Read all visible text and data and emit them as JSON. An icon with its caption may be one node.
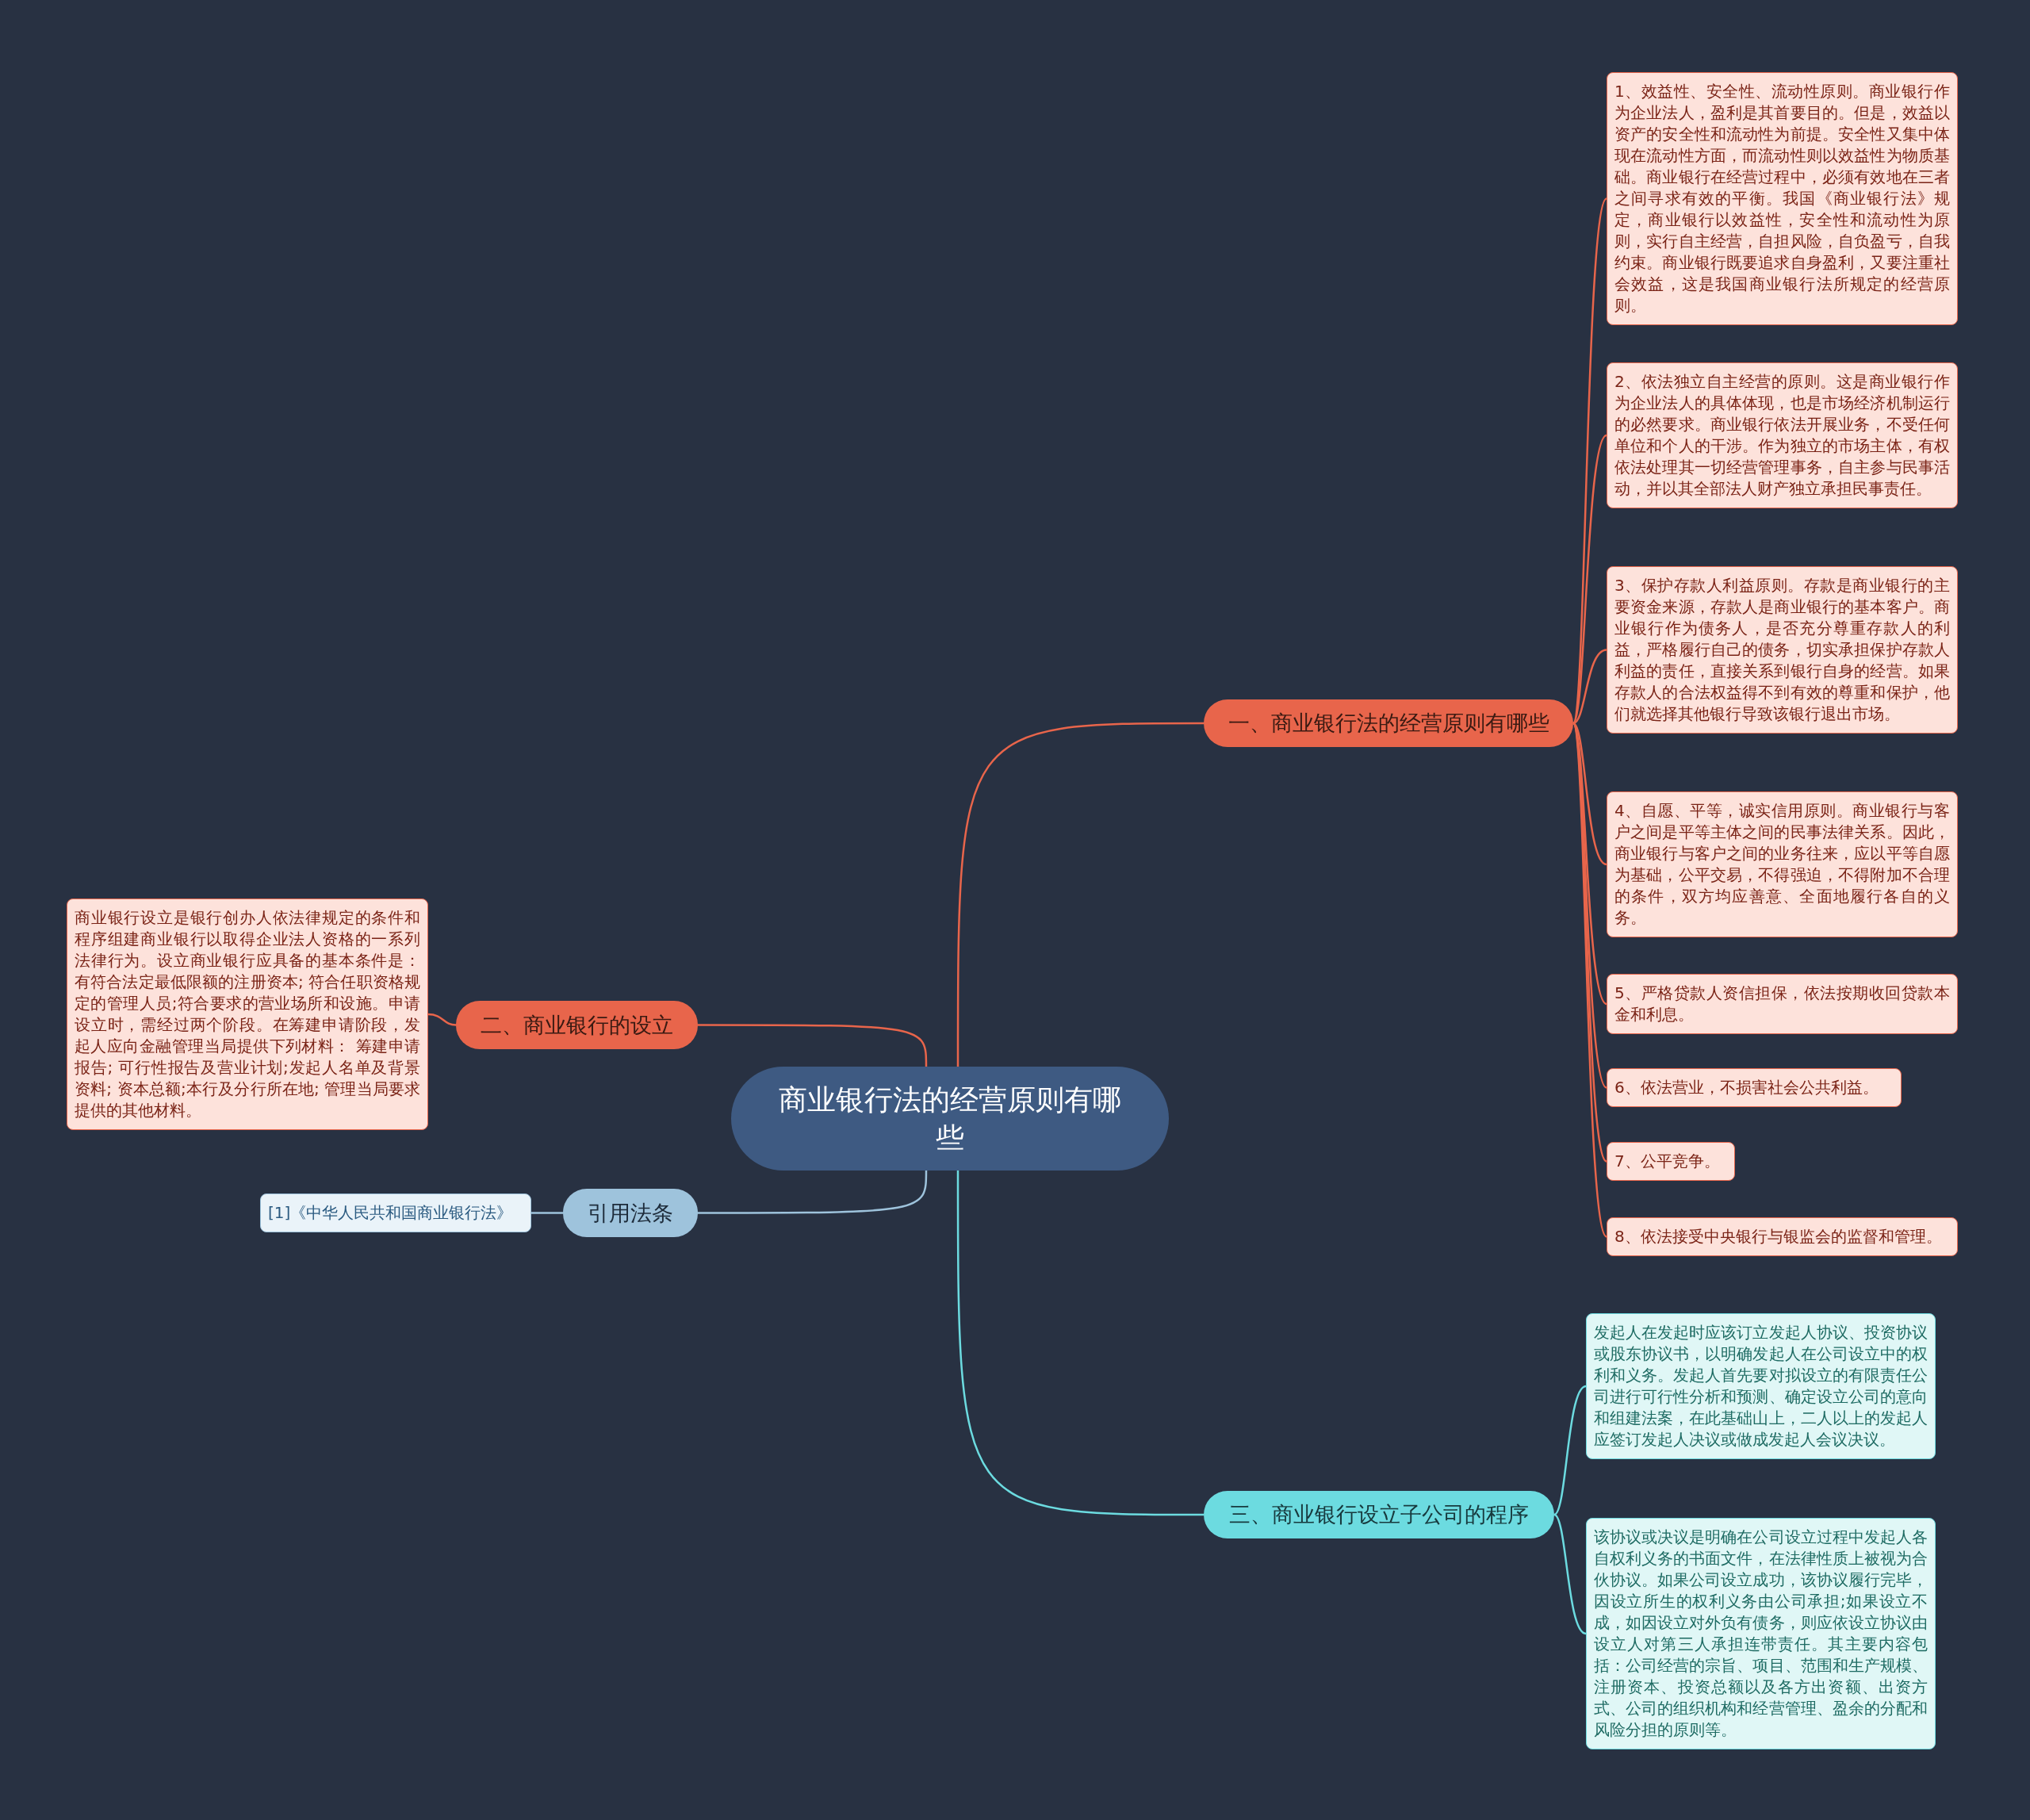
{
  "diagram": {
    "nodes": [
      {
        "text": [
          "商业银行法的经营原则有哪些"
        ]
      },
      {
        "text": [
          "一、商业银行法的经营原则有哪些"
        ]
      },
      {
        "text": [
          "1、效益性、安全性、流动性原则。商业银行作为企业法人，盈利是其首要目的。但是，效益以资产的安全性和流动性为前提。安全性又集中体现在流动性方面，而流动性则以效益性为物质基础。商业银行在经营过程中，必须有效地在三者之间寻求有效的平衡。我国《商业银行法》规定，商业银行以效益性，安全性和流动性为原则，实行自主经营，自担风险，自负盈亏，自我约束。商业银行既要追求自身盈利，又要注重社会效益，这是我国商业银行法所规定的经营原则。"
        ]
      },
      {
        "text": [
          "2、依法独立自主经营的原则。这是商业银行作为企业法人的具体体现，也是市场经济机制运行的必然要求。商业银行依法开展业务，不受任何单位和个人的干涉。作为独立的市场主体，有权依法处理其一切经营管理事务，自主参与民事活动，并以其全部法人财产独立承担民事责任。"
        ]
      },
      {
        "text": [
          "3、保护存款人利益原则。存款是商业银行的主要资金来源，存款人是商业银行的基本客户。商业银行作为债务人，是否充分尊重存款人的利益，严格履行自己的债务，切实承担保护存款人利益的责任，直接关系到银行自身的经营。如果存款人的合法权益得不到有效的尊重和保护，他们就选择其他银行导致该银行退出市场。"
        ]
      },
      {
        "text": [
          "4、自愿、平等，诚实信用原则。商业银行与客户之间是平等主体之间的民事法律关系。因此，商业银行与客户之间的业务往来，应以平等自愿为基础，公平交易，不得强迫，不得附加不合理的条件，双方均应善意、全面地履行各自的义务。"
        ]
      },
      {
        "text": [
          "5、严格贷款人资信担保，依法按期收回贷款本金和利息。"
        ]
      },
      {
        "text": [
          "6、依法营业，不损害社会公共利益。"
        ]
      },
      {
        "text": [
          "7、公平竞争。"
        ]
      },
      {
        "text": [
          "8、依法接受中央银行与银监会的监督和管理。"
        ]
      },
      {
        "text": [
          "二、商业银行的设立"
        ]
      },
      {
        "text": [
          "商业银行设立是银行创办人依法律规定的条件和程序组建商业银行以取得企业法人资格的一系列法律行为。设立商业银行应具备的基本条件是：有符合法定最低限额的注册资本; 符合任职资格规定的管理人员;符合要求的营业场所和设施。申请设立时，需经过两个阶段。在筹建申请阶段，发起人应向金融管理当局提供下列材料： 筹建申请报告; 可行性报告及营业计划;发起人名单及背景资料; 资本总额;本行及分行所在地; 管理当局要求提供的其他材料。"
        ]
      },
      {
        "text": [
          "引用法条"
        ]
      },
      {
        "text": [
          "[1]《中华人民共和国商业银行法》"
        ]
      },
      {
        "text": [
          "三、商业银行设立子公司的程序"
        ]
      },
      {
        "text": [
          "发起人在发起时应该订立发起人协议、投资协议或股东协议书，以明确发起人在公司设立中的权利和义务。发起人首先要对拟设立的有限责任公司进行可行性分析和预测、确定设立公司的意向和组建法案，在此基础山上，二人以上的发起人应签订发起人决议或做成发起人会议决议。"
        ]
      },
      {
        "text": [
          "该协议或决议是明确在公司设立过程中发起人各自权利义务的书面文件，在法律性质上被视为合伙协议。如果公司设立成功，该协议履行完毕，因设立所生的权利义务由公司承担;如果设立不成，如因设立对外负有债务，则应依设立协议由设立人对第三人承担连带责任。其主要内容包括：公司经营的宗旨、项目、范围和生产规模、注册资本、投资总额以及各方出资额、出资方式、公司的组织机构和经营管理、盈余的分配和风险分担的原则等。"
        ]
      }
    ],
    "edges": [
      {
        "from": 0,
        "to": 1,
        "arrow": "none"
      },
      {
        "from": 1,
        "to": 2,
        "arrow": "none"
      },
      {
        "from": 1,
        "to": 3,
        "arrow": "none"
      },
      {
        "from": 1,
        "to": 4,
        "arrow": "none"
      },
      {
        "from": 1,
        "to": 5,
        "arrow": "none"
      },
      {
        "from": 1,
        "to": 6,
        "arrow": "none"
      },
      {
        "from": 1,
        "to": 7,
        "arrow": "none"
      },
      {
        "from": 1,
        "to": 8,
        "arrow": "none"
      },
      {
        "from": 1,
        "to": 9,
        "arrow": "none"
      },
      {
        "from": 0,
        "to": 10,
        "arrow": "none"
      },
      {
        "from": 10,
        "to": 11,
        "arrow": "none"
      },
      {
        "from": 0,
        "to": 12,
        "arrow": "none",
        "color": "#9ec3dc"
      },
      {
        "from": 12,
        "to": 13,
        "arrow": "none",
        "color": "#9ec3dc"
      },
      {
        "from": 0,
        "to": 14,
        "arrow": "none",
        "color": "#6cdbe0"
      },
      {
        "from": 14,
        "to": 15,
        "arrow": "none",
        "color": "#6cdbe0"
      },
      {
        "from": 14,
        "to": 16,
        "arrow": "none",
        "color": "#6cdbe0"
      }
    ]
  }
}
